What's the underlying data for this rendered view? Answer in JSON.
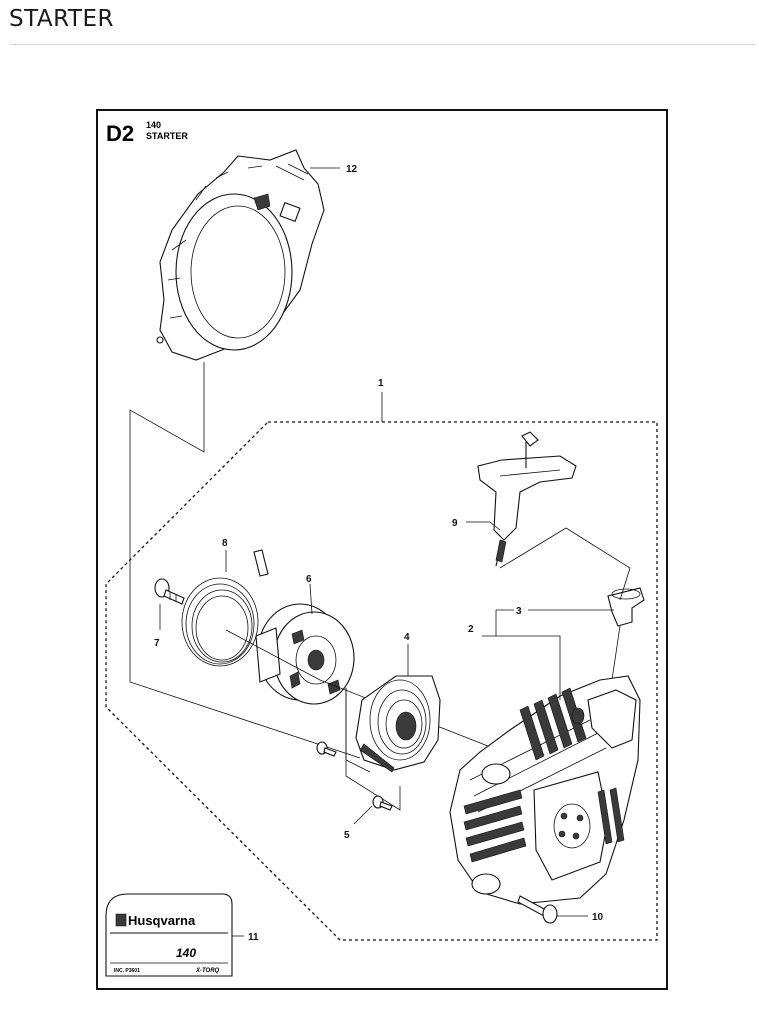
{
  "header": {
    "title": "STARTER"
  },
  "diagram": {
    "code": "D2",
    "model": "140",
    "section": "STARTER",
    "callouts": [
      "1",
      "2",
      "3",
      "4",
      "5",
      "6",
      "7",
      "8",
      "9",
      "10",
      "11",
      "12"
    ],
    "decal": {
      "brand": "Husqvarna",
      "model": "140",
      "left_small": "INC. P3601",
      "right_small": "X-TORQ"
    }
  }
}
